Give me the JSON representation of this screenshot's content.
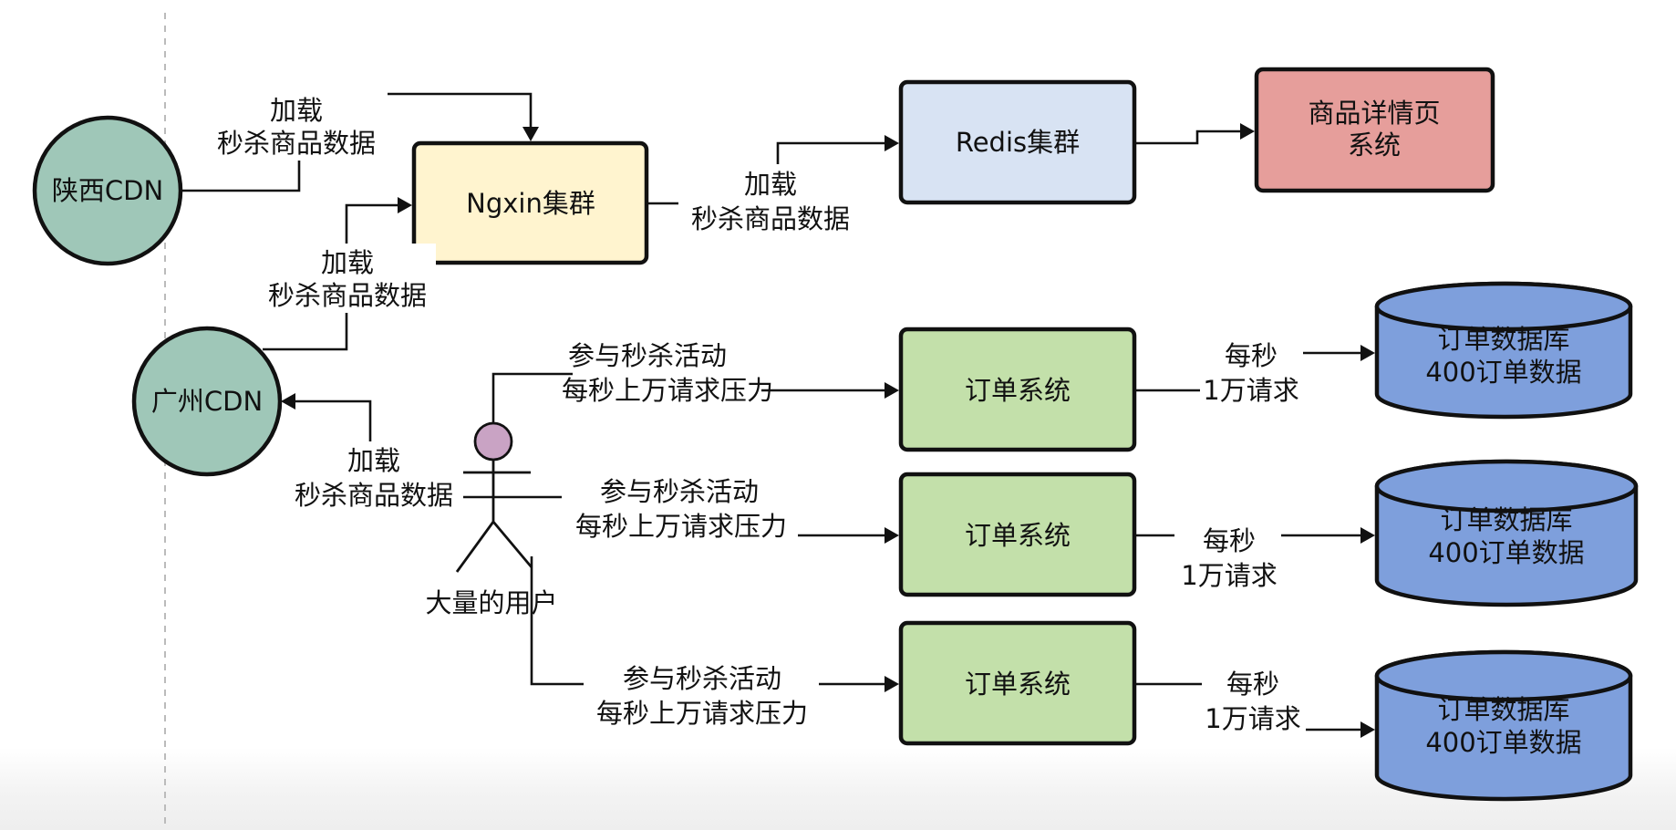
{
  "nodes": {
    "shaanxi_cdn": {
      "label": "陕西CDN",
      "fill": "#9fc7b8"
    },
    "guangzhou_cdn": {
      "label": "广州CDN",
      "fill": "#9fc7b8"
    },
    "nginx": {
      "label": "Ngxin集群",
      "fill": "#fff4cf"
    },
    "redis": {
      "label": "Redis集群",
      "fill": "#d8e3f3"
    },
    "product_detail": {
      "line1": "商品详情页",
      "line2": "系统",
      "fill": "#e69e9b"
    },
    "order_1": {
      "label": "订单系统",
      "fill": "#c3e0aa"
    },
    "order_2": {
      "label": "订单系统",
      "fill": "#c3e0aa"
    },
    "order_3": {
      "label": "订单系统",
      "fill": "#c3e0aa"
    },
    "db_1": {
      "line1": "订单数据库",
      "line2": "400订单数据",
      "fill": "#7e9fdc"
    },
    "db_2": {
      "line1": "订单数据库",
      "line2": "400订单数据",
      "fill": "#7e9fdc"
    },
    "db_3": {
      "line1": "订单数据库",
      "line2": "400订单数据",
      "fill": "#7e9fdc"
    },
    "users": {
      "label": "大量的用户",
      "head_fill": "#c9a3c4"
    }
  },
  "edges": {
    "shaanxi_to_nginx": {
      "line1": "加载",
      "line2": "秒杀商品数据"
    },
    "guangzhou_to_nginx": {
      "line1": "加载",
      "line2": "秒杀商品数据"
    },
    "nginx_to_redis": {
      "line1": "加载",
      "line2": "秒杀商品数据"
    },
    "users_to_guangzhou": {
      "line1": "加载",
      "line2": "秒杀商品数据"
    },
    "users_to_order_1": {
      "line1": "参与秒杀活动",
      "line2": "每秒上万请求压力"
    },
    "users_to_order_2": {
      "line1": "参与秒杀活动",
      "line2": "每秒上万请求压力"
    },
    "users_to_order_3": {
      "line1": "参与秒杀活动",
      "line2": "每秒上万请求压力"
    },
    "order_1_to_db_1": {
      "line1": "每秒",
      "line2": "1万请求"
    },
    "order_2_to_db_2": {
      "line1": "每秒",
      "line2": "1万请求"
    },
    "order_3_to_db_3": {
      "line1": "每秒",
      "line2": "1万请求"
    }
  },
  "colors": {
    "stroke": "#111111",
    "divider": "#bbbbbb"
  }
}
